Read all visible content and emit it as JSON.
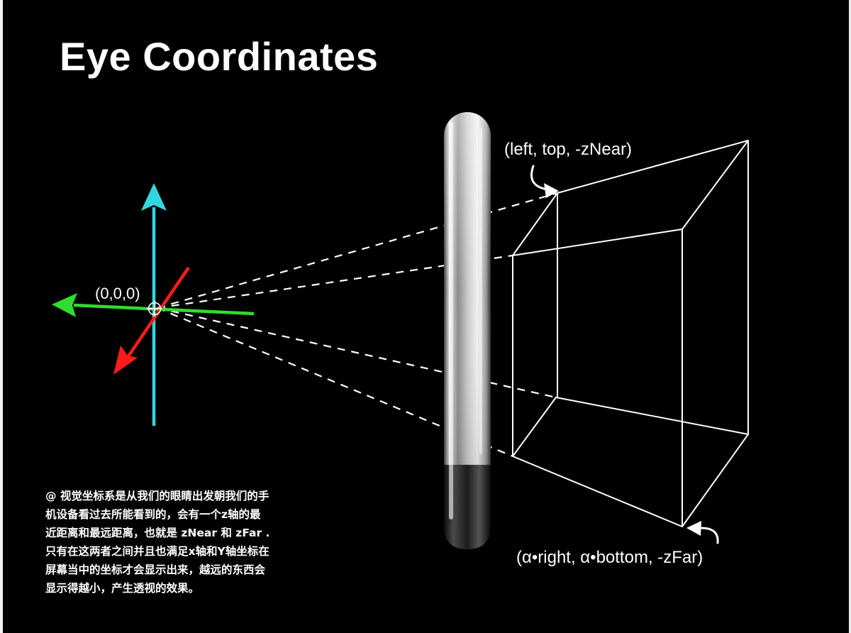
{
  "slide": {
    "title": "Eye Coordinates"
  },
  "labels": {
    "origin": "(0,0,0)",
    "near_corner": "(left, top, -zNear)",
    "far_corner": "(α•right, α•bottom, -zFar)"
  },
  "caption": {
    "lines": [
      "@ 视觉坐标系是从我们的眼睛出发朝我们的手",
      "机设备看过去所能看到的，会有一个z轴的最",
      "近距离和最远距离，也就是 zNear 和 zFar .",
      "只有在这两者之间并且也满足x轴和Y轴坐标在",
      "屏幕当中的坐标才会显示出来，越远的东西会",
      "显示得越小，产生透视的效果。"
    ]
  },
  "colors": {
    "background": "#000000",
    "y_axis": "#33d6e0",
    "x_axis": "#2fdc2f",
    "z_axis": "#ff1a1a",
    "lines": "#ffffff"
  },
  "icons": {
    "origin_marker": "crosshair-circle-icon",
    "pointer_near": "curved-arrow-icon",
    "pointer_far": "curved-arrow-icon"
  }
}
